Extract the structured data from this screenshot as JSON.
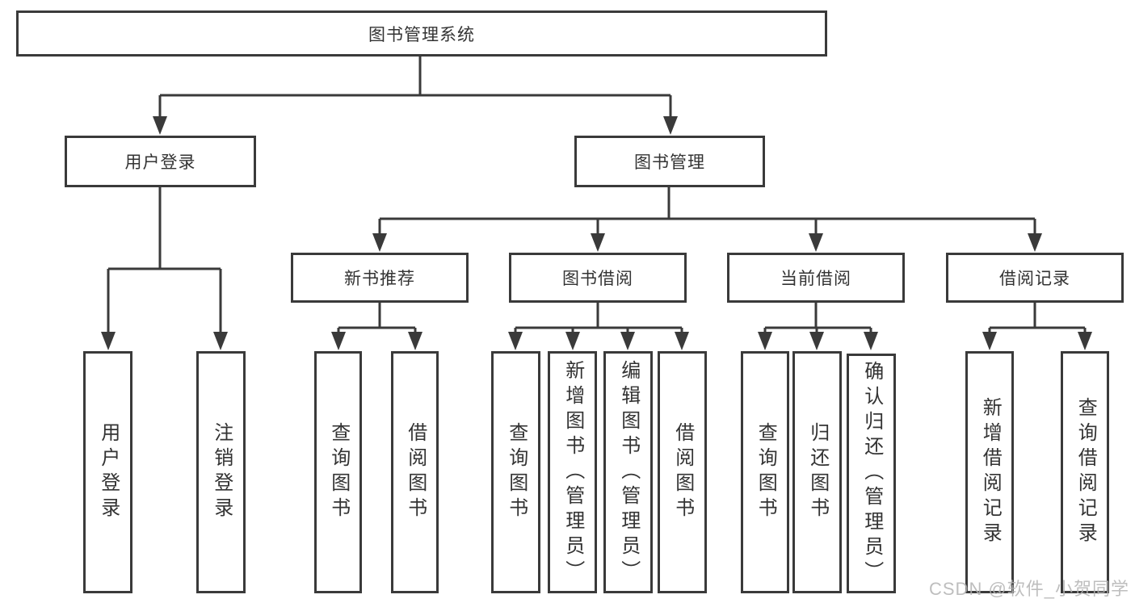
{
  "colors": {
    "line": "#3a3a3a",
    "text": "#333333",
    "watermark": "#b3b3b3",
    "background": "#ffffff"
  },
  "diagram": {
    "title_node": "图书管理系统",
    "level2": {
      "user_login": "用户登录",
      "book_mgmt": "图书管理"
    },
    "level3": {
      "new_books": "新书推荐",
      "borrowing": "图书借阅",
      "current": "当前借阅",
      "records": "借阅记录"
    },
    "leaves": {
      "user_login_leaf": "用户登录",
      "logout": "注销登录",
      "nb_query": "查询图书",
      "nb_borrow": "借阅图书",
      "bw_query": "查询图书",
      "bw_add": "新增图书（管理员）",
      "bw_edit": "编辑图书（管理员）",
      "bw_borrow": "借阅图书",
      "cu_query": "查询图书",
      "cu_return": "归还图书",
      "cu_confirm": "确认归还（管理员）",
      "re_add": "新增借阅记录",
      "re_query": "查询借阅记录"
    }
  },
  "watermark": {
    "text": "CSDN @软件_小贺同学"
  }
}
